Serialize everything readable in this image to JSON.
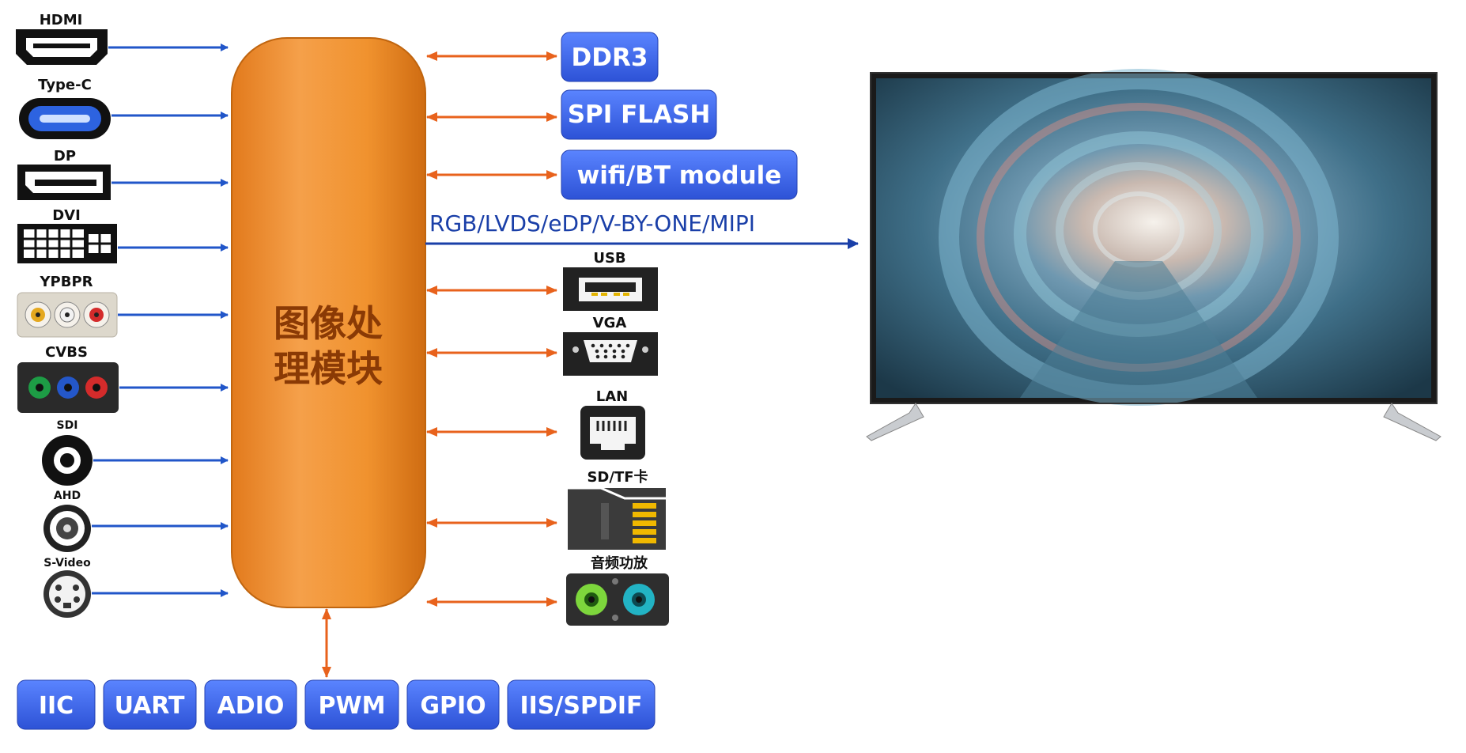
{
  "core": {
    "line1": "图像处",
    "line2": "理模块"
  },
  "inputs": [
    {
      "label": "HDMI",
      "icon": "hdmi-port-icon"
    },
    {
      "label": "Type-C",
      "icon": "type-c-port-icon"
    },
    {
      "label": "DP",
      "icon": "displayport-icon"
    },
    {
      "label": "DVI",
      "icon": "dvi-port-icon"
    },
    {
      "label": "YPBPR",
      "icon": "ypbpr-rca-icon"
    },
    {
      "label": "CVBS",
      "icon": "cvbs-rca-icon"
    },
    {
      "label": "SDI",
      "icon": "sdi-bnc-icon"
    },
    {
      "label": "AHD",
      "icon": "ahd-bnc-icon"
    },
    {
      "label": "S-Video",
      "icon": "s-video-port-icon"
    }
  ],
  "memory_chips": [
    "DDR3",
    "SPI FLASH",
    "wifi/BT module"
  ],
  "output_bus_label": "RGB/LVDS/eDP/V-BY-ONE/MIPI",
  "peripherals": [
    {
      "label": "USB",
      "icon": "usb-port-icon"
    },
    {
      "label": "VGA",
      "icon": "vga-port-icon"
    },
    {
      "label": "LAN",
      "icon": "lan-port-icon"
    },
    {
      "label": "SD/TF卡",
      "icon": "sd-card-icon"
    },
    {
      "label": "音频功放",
      "icon": "audio-jack-icon"
    }
  ],
  "bottom_buses": [
    "IIC",
    "UART",
    "ADIO",
    "PWM",
    "GPIO",
    "IIS/SPDIF"
  ],
  "display": {
    "icon": "tv-display-icon"
  },
  "colors": {
    "core_orange": "#f0922e",
    "chip_blue": "#3a63ea",
    "input_arrow": "#2156c9",
    "bidir_arrow": "#e8621c",
    "bus_arrow": "#1a3fa8"
  }
}
